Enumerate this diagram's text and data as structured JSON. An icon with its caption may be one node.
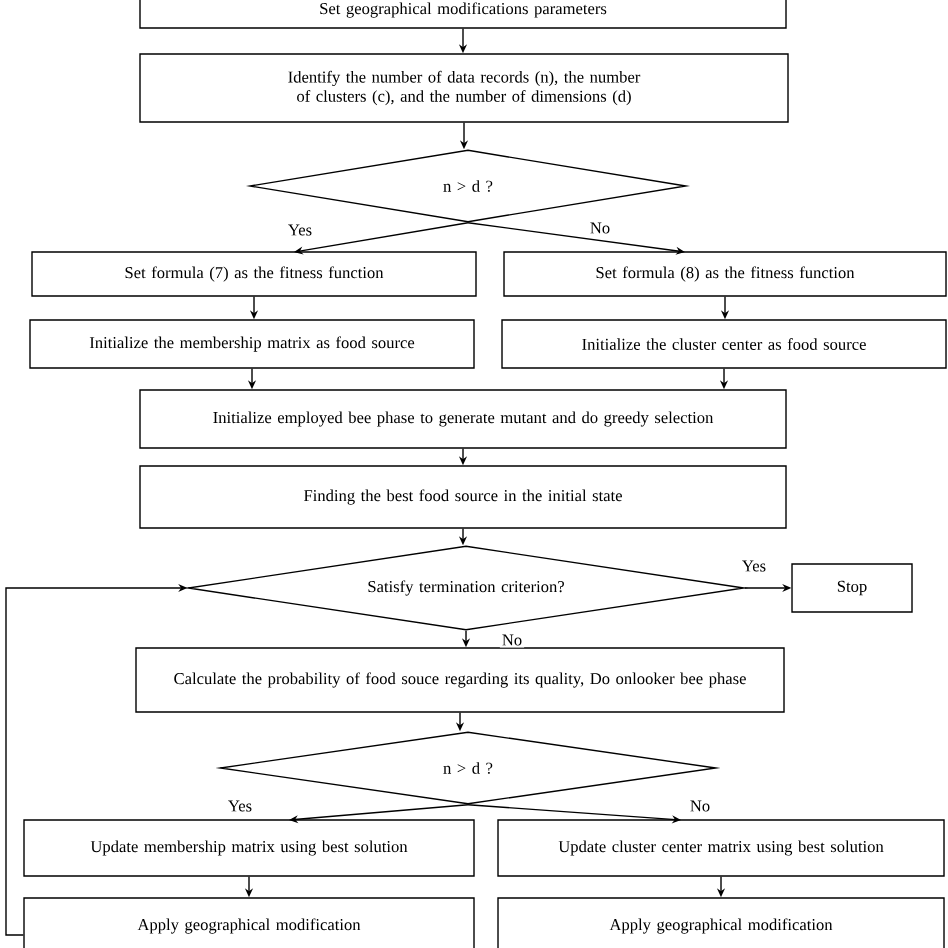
{
  "diagram": {
    "nodes": [
      {
        "text": [
          "Set geographical modifications parameters"
        ]
      },
      {
        "text": [
          "Identify the number of data records (n), the number of clusters (c), and the number of dimensions (d)"
        ]
      },
      {
        "text": [
          "n > d ?"
        ]
      },
      {
        "text": [
          "Set formula (7) as the fitness function"
        ]
      },
      {
        "text": [
          "Set formula (8) as the fitness function"
        ]
      },
      {
        "text": [
          "Initialize the membership matrix as food source"
        ]
      },
      {
        "text": [
          "Initialize the cluster center as food source"
        ]
      },
      {
        "text": [
          "Initialize employed bee phase to generate mutant and do greedy selection"
        ]
      },
      {
        "text": [
          "Finding the best food source in the initial state"
        ]
      },
      {
        "text": [
          "Satisfy termination criterion?"
        ]
      },
      {
        "text": [
          "Stop"
        ]
      },
      {
        "text": [
          "Calculate the probability of food souce regarding its quality, Do onlooker bee phase"
        ]
      },
      {
        "text": [
          "n > d ?"
        ]
      },
      {
        "text": [
          "Update membership matrix using best solution"
        ]
      },
      {
        "text": [
          "Update cluster center matrix using best solution"
        ]
      },
      {
        "text": [
          "Apply geographical modification"
        ]
      },
      {
        "text": [
          "Apply geographical modification"
        ]
      }
    ],
    "edges": [
      {
        "from": 0,
        "to": 1,
        "arrow": "to"
      },
      {
        "from": 1,
        "to": 2,
        "arrow": "to"
      },
      {
        "from": 2,
        "to": 3,
        "arrow": "to",
        "label": "Yes"
      },
      {
        "from": 2,
        "to": 4,
        "arrow": "to",
        "label": "No"
      },
      {
        "from": 3,
        "to": 5,
        "arrow": "to"
      },
      {
        "from": 4,
        "to": 6,
        "arrow": "to"
      },
      {
        "from": 5,
        "to": 7,
        "arrow": "to"
      },
      {
        "from": 6,
        "to": 7,
        "arrow": "to"
      },
      {
        "from": 7,
        "to": 8,
        "arrow": "to"
      },
      {
        "from": 8,
        "to": 9,
        "arrow": "to"
      },
      {
        "from": 9,
        "to": 10,
        "arrow": "to",
        "label": "Yes"
      },
      {
        "from": 9,
        "to": 11,
        "arrow": "to",
        "label": "No"
      },
      {
        "from": 11,
        "to": 12,
        "arrow": "to"
      },
      {
        "from": 12,
        "to": 13,
        "arrow": "to",
        "label": "Yes"
      },
      {
        "from": 12,
        "to": 14,
        "arrow": "to",
        "label": "No"
      },
      {
        "from": 13,
        "to": 15,
        "arrow": "to"
      },
      {
        "from": 14,
        "to": 16,
        "arrow": "to"
      },
      {
        "from": 15,
        "to": 9,
        "arrow": "to"
      }
    ]
  }
}
